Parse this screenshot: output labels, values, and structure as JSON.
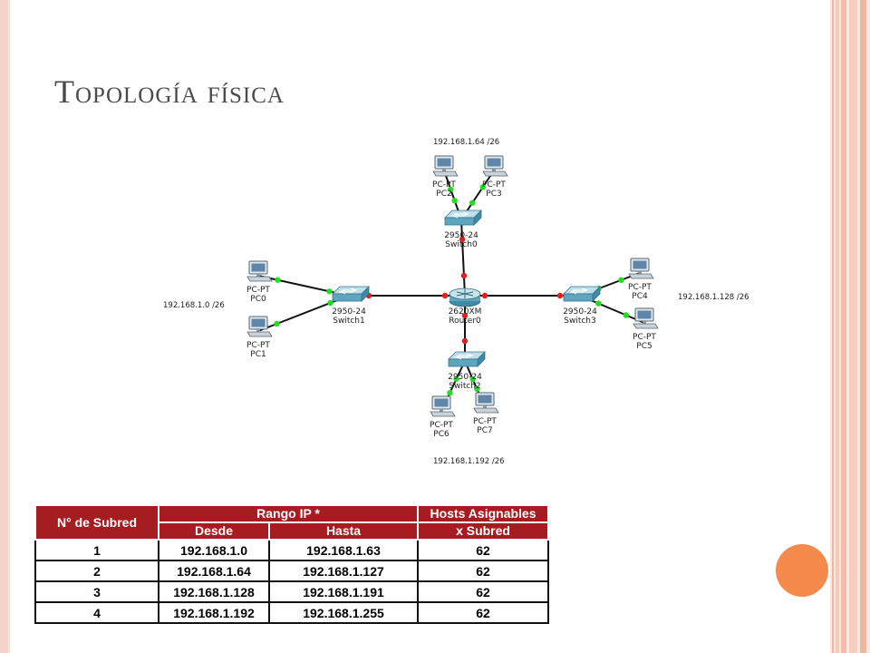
{
  "slide": {
    "title": "Topología física"
  },
  "topology": {
    "devices": [
      {
        "id": "router0",
        "type": "router",
        "model": "2620XM",
        "name": "Router0"
      },
      {
        "id": "switch0",
        "type": "switch",
        "model": "2950-24",
        "name": "Switch0"
      },
      {
        "id": "switch1",
        "type": "switch",
        "model": "2950-24",
        "name": "Switch1"
      },
      {
        "id": "switch2",
        "type": "switch",
        "model": "2950-24",
        "name": "Switch2"
      },
      {
        "id": "switch3",
        "type": "switch",
        "model": "2950-24",
        "name": "Switch3"
      },
      {
        "id": "pc0",
        "type": "pc",
        "model": "PC-PT",
        "name": "PC0"
      },
      {
        "id": "pc1",
        "type": "pc",
        "model": "PC-PT",
        "name": "PC1"
      },
      {
        "id": "pc2",
        "type": "pc",
        "model": "PC-PT",
        "name": "PC2"
      },
      {
        "id": "pc3",
        "type": "pc",
        "model": "PC-PT",
        "name": "PC3"
      },
      {
        "id": "pc4",
        "type": "pc",
        "model": "PC-PT",
        "name": "PC4"
      },
      {
        "id": "pc5",
        "type": "pc",
        "model": "PC-PT",
        "name": "PC5"
      },
      {
        "id": "pc6",
        "type": "pc",
        "model": "PC-PT",
        "name": "PC6"
      },
      {
        "id": "pc7",
        "type": "pc",
        "model": "PC-PT",
        "name": "PC7"
      }
    ],
    "links": [
      [
        "router0",
        "switch0"
      ],
      [
        "router0",
        "switch1"
      ],
      [
        "router0",
        "switch2"
      ],
      [
        "router0",
        "switch3"
      ],
      [
        "switch0",
        "pc2"
      ],
      [
        "switch0",
        "pc3"
      ],
      [
        "switch1",
        "pc0"
      ],
      [
        "switch1",
        "pc1"
      ],
      [
        "switch2",
        "pc6"
      ],
      [
        "switch2",
        "pc7"
      ],
      [
        "switch3",
        "pc4"
      ],
      [
        "switch3",
        "pc5"
      ]
    ],
    "networks": {
      "top": "192.168.1.64  /26",
      "left": "192.168.1.0  /26",
      "right": "192.168.1.128  /26",
      "bottom": "192.168.1.192 /26"
    },
    "colors": {
      "link": "#111111",
      "port_up": "#22dd22",
      "port_down": "#e02020"
    }
  },
  "table": {
    "headers": {
      "subnet": "N° de Subred",
      "range": "Rango IP *",
      "from": "Desde",
      "to": "Hasta",
      "hosts_line1": "Hosts Asignables",
      "hosts_line2": "x Subred"
    },
    "rows": [
      {
        "n": "1",
        "from": "192.168.1.0",
        "to": "192.168.1.63",
        "hosts": "62"
      },
      {
        "n": "2",
        "from": "192.168.1.64",
        "to": "192.168.1.127",
        "hosts": "62"
      },
      {
        "n": "3",
        "from": "192.168.1.128",
        "to": "192.168.1.191",
        "hosts": "62"
      },
      {
        "n": "4",
        "from": "192.168.1.192",
        "to": "192.168.1.255",
        "hosts": "62"
      }
    ],
    "colors": {
      "header_bg": "#a51d20",
      "header_text": "#ffffff"
    }
  },
  "decor": {
    "accent_circle": "#f58a4d"
  }
}
